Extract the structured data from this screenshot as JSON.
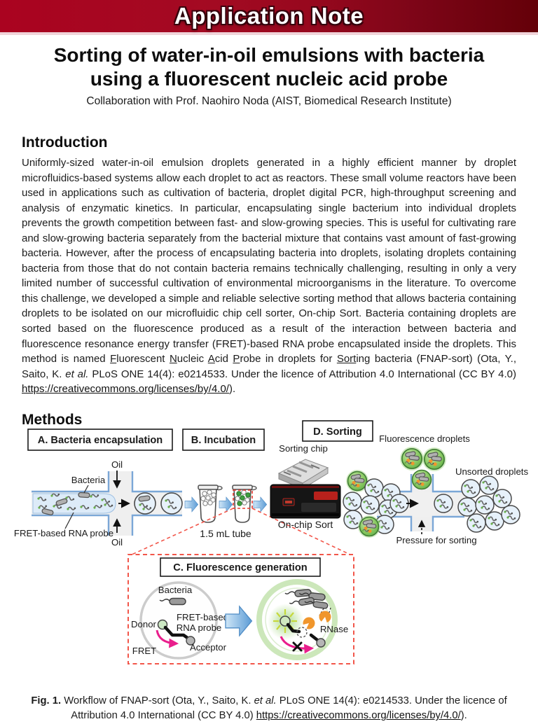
{
  "banner": {
    "title": "Application Note"
  },
  "title": {
    "line1": "Sorting of water-in-oil emulsions with bacteria",
    "line2": "using a fluorescent nucleic acid probe",
    "subtitle": "Collaboration with Prof. Naohiro Noda (AIST, Biomedical Research Institute)"
  },
  "introduction": {
    "heading": "Introduction",
    "paragraph": [
      {
        "t": "Uniformly-sized water-in-oil emulsion droplets generated in a highly efficient manner by droplet microfluidics-based systems allow each droplet to act as reactors. These small volume reactors have been used in applications such as cultivation of bacteria, droplet digital PCR, high-throughput screening and analysis of enzymatic kinetics. In particular, encapsulating single bacterium into individual droplets prevents the growth competition between fast- and slow-growing species. This is useful for cultivating rare and slow-growing bacteria separately from the bacterial mixture that contains vast amount of fast-growing bacteria. However, after the process of encapsulating bacteria into droplets, isolating droplets containing bacteria from those that do not contain bacteria remains technically challenging, resulting in only a very limited number of successful cultivation of environmental microorganisms in the literature. To overcome this challenge, we developed a simple and reliable selective sorting method that allows bacteria containing droplets to be isolated on our microfluidic chip cell sorter, On-chip Sort. Bacteria containing droplets are sorted based on the fluorescence produced as a result of the interaction between bacteria and fluorescence resonance energy transfer (FRET)-based RNA probe encapsulated inside the droplets. This method is named "
      },
      {
        "t": "F",
        "u": true
      },
      {
        "t": "luorescent "
      },
      {
        "t": "N",
        "u": true
      },
      {
        "t": "ucleic "
      },
      {
        "t": "A",
        "u": true
      },
      {
        "t": "cid "
      },
      {
        "t": "P",
        "u": true
      },
      {
        "t": "robe in droplets for "
      },
      {
        "t": "Sort",
        "u": true
      },
      {
        "t": "ing bacteria (FNAP-sort) (Ota, Y., Saito, K. "
      },
      {
        "t": "et al.",
        "i": true
      },
      {
        "t": " PLoS ONE 14(4): e0214533. Under the licence of Attribution 4.0 International (CC BY 4.0) "
      },
      {
        "t": "https://creativecommons.org/licenses/by/4.0/",
        "link": true
      },
      {
        "t": ")."
      }
    ]
  },
  "methods": {
    "heading": "Methods",
    "figure": {
      "panel_a": "A. Bacteria encapsulation",
      "panel_b": "B. Incubation",
      "panel_c": "C. Fluorescence generation",
      "panel_d": "D. Sorting",
      "labels": {
        "oil": "Oil",
        "bacteria": "Bacteria",
        "fret_probe": "FRET-based RNA probe",
        "tube": "1.5 mL tube",
        "sorting_chip": "Sorting chip",
        "onchip_sort": "On-chip Sort",
        "fluorescence_droplets": "Fluorescence droplets",
        "unsorted_droplets": "Unsorted droplets",
        "pressure": "Pressure for sorting",
        "fret_based": "FRET-based",
        "rna_probe": "RNA probe",
        "donor": "Donor",
        "acceptor": "Acceptor",
        "fret": "FRET",
        "rnase": "RNase"
      }
    }
  },
  "caption": [
    {
      "t": "Fig. 1.",
      "b": true
    },
    {
      "t": " Workflow of FNAP-sort (Ota, Y., Saito, K. "
    },
    {
      "t": "et al.",
      "i": true
    },
    {
      "t": " PLoS ONE 14(4): e0214533. Under the licence of Attribution 4.0 International (CC BY 4.0) "
    },
    {
      "t": "https://creativecommons.org/licenses/by/4.0/",
      "link": true
    },
    {
      "t": ")."
    }
  ],
  "colors": {
    "banner_red_left": "#aa0320",
    "banner_red_right": "#640008",
    "channel_blue": "#7ba7d7",
    "droplet_fill": "#e7f1fa",
    "green_droplet": "#7cc35a",
    "arrow_blue": "#5b9bd5",
    "dashed_red": "#f2564a",
    "fret_pink": "#e91e8c",
    "rnase_orange": "#f0962c"
  }
}
